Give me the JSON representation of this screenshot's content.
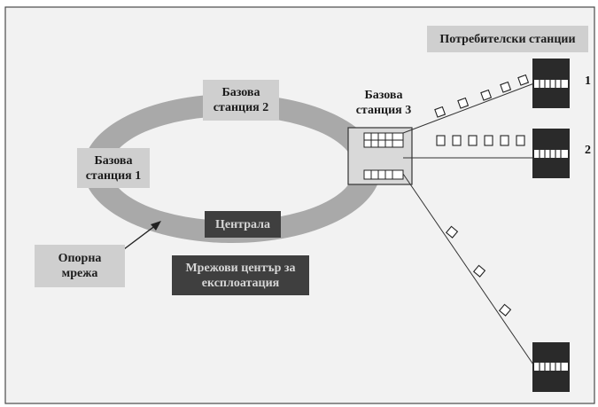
{
  "diagram": {
    "title_box": "Потребителски станции",
    "base_stations": [
      {
        "line1": "Базова",
        "line2": "станция 1"
      },
      {
        "line1": "Базова",
        "line2": "станция 2"
      },
      {
        "line1": "Базова",
        "line2": "станция 3"
      }
    ],
    "switch_label": "Централа",
    "backbone_label_line1": "Опорна",
    "backbone_label_line2": "мрежа",
    "ops_center_line1": "Мрежови център за",
    "ops_center_line2": "експлоатация",
    "station_numbers": [
      "1",
      "2"
    ],
    "colors": {
      "background": "#ffffff",
      "panel": "#f2f2f2",
      "ring": "#a9a9a9",
      "light_box": "#cfcfcf",
      "dark_box": "#3f3f3f",
      "terminal": "#2a2a2a",
      "line": "#333333"
    }
  }
}
